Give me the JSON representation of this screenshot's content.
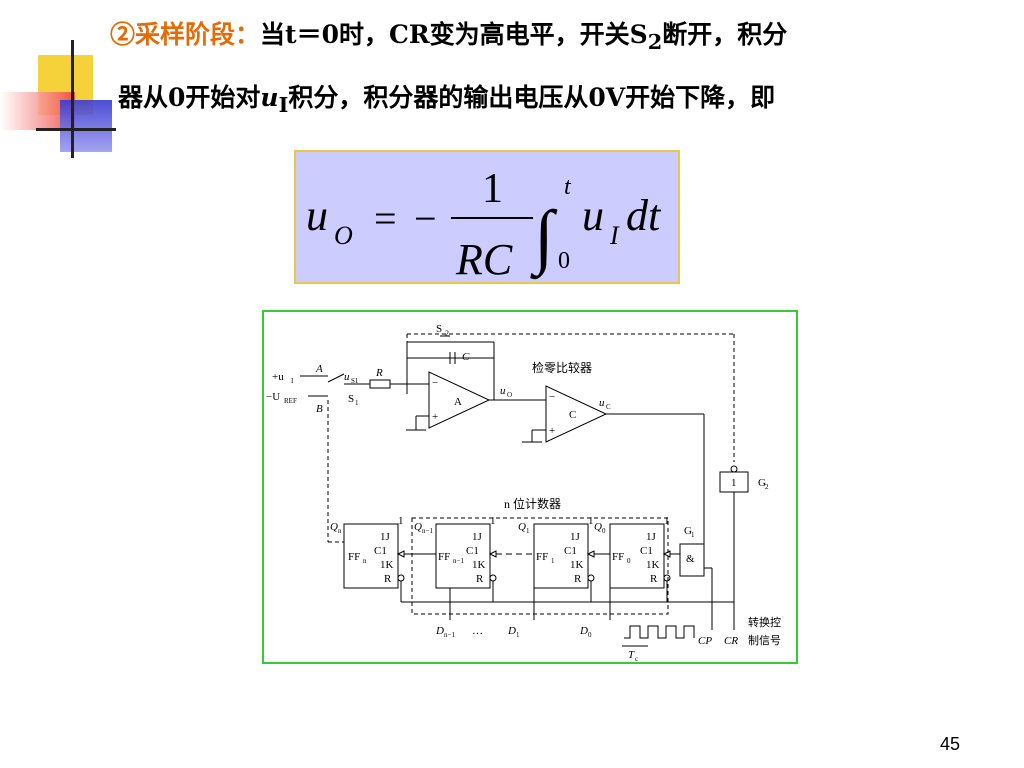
{
  "heading": {
    "step_label": "②采样阶段：",
    "line1_a": "当t＝0时，CR变为高电平，开关S",
    "line1_sub": "2",
    "line1_b": "断开，积分",
    "line2_a": "器从0开始对",
    "line2_var": "u",
    "line2_sub": "I",
    "line2_b": "积分，积分器的输出电压从0V开始下降，即"
  },
  "formula": {
    "lhs": "u",
    "lhs_sub": "O",
    "equals": "=",
    "minus": "−",
    "numerator": "1",
    "denominator": "RC",
    "integral": "∫",
    "upper": "t",
    "lower": "0",
    "integrand": "u",
    "integrand_sub": "I",
    "differential": "dt"
  },
  "circuit": {
    "s2": "S",
    "s2_sub": "2",
    "cap": "C",
    "in_pos": "+u",
    "in_pos_sub": "I",
    "in_neg": "−U",
    "in_neg_sub": "REF",
    "node_a": "A",
    "node_b": "B",
    "us1": "u",
    "us1_sub": "S1",
    "res": "R",
    "s1": "S",
    "s1_sub": "1",
    "opamp_a": "A",
    "uo": "u",
    "uo_sub": "O",
    "comparator_title": "检零比较器",
    "opamp_c": "C",
    "uc": "u",
    "uc_sub": "C",
    "g2": "G",
    "g2_sub": "2",
    "not_gate": "1",
    "counter_title": "n 位计数器",
    "qn": "Q",
    "qn_sub": "n",
    "qn1": "Q",
    "qn1_sub": "n−1",
    "q1": "Q",
    "q1_sub": "1",
    "q0": "Q",
    "q0_sub": "0",
    "ff_n": "FF",
    "ff_n_sub": "n",
    "ff_n1": "FF",
    "ff_n1_sub": "n−1",
    "ff_1": "FF",
    "ff_1_sub": "1",
    "ff_0": "FF",
    "ff_0_sub": "0",
    "pin_1j": "1J",
    "pin_c1": "C1",
    "pin_1k": "1K",
    "pin_r": "R",
    "one": "1",
    "g1": "G",
    "g1_sub": "1",
    "and": "&",
    "dn1": "D",
    "dn1_sub": "n−1",
    "dots": "…",
    "d1": "D",
    "d1_sub": "1",
    "d0": "D",
    "d0_sub": "0",
    "tc": "T",
    "tc_sub": "c",
    "cp": "CP",
    "cr": "CR",
    "ctrl_1": "转换控",
    "ctrl_2": "制信号"
  },
  "page_number": "45",
  "colors": {
    "title_orange": "#e36c09",
    "formula_bg": "#ccccff",
    "formula_border": "#e8c84a",
    "circuit_border": "#33cc33"
  }
}
